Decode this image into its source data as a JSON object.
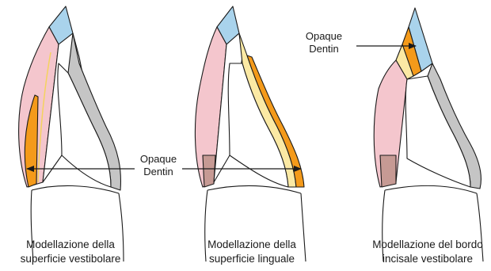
{
  "labels": {
    "center_line1": "Opaque",
    "center_line2": "Dentin",
    "right_line1": "Opaque",
    "right_line2": "Dentin"
  },
  "captions": [
    {
      "line1": "Modellazione della",
      "line2": "superficie vestibolare"
    },
    {
      "line1": "Modellazione della",
      "line2": "superficie linguale"
    },
    {
      "line1": "Modellazione del bordo",
      "line2": "incisale vestibolare"
    }
  ],
  "colors": {
    "enamel": "#a9d3ec",
    "dentin_pink": "#f4c6cd",
    "opaque_dentin": "#f49a1a",
    "light_yellow": "#fbe9a4",
    "gray_layer": "#c5c5c5",
    "dark_rose": "#c69a94",
    "outline": "#1a1a1a"
  }
}
